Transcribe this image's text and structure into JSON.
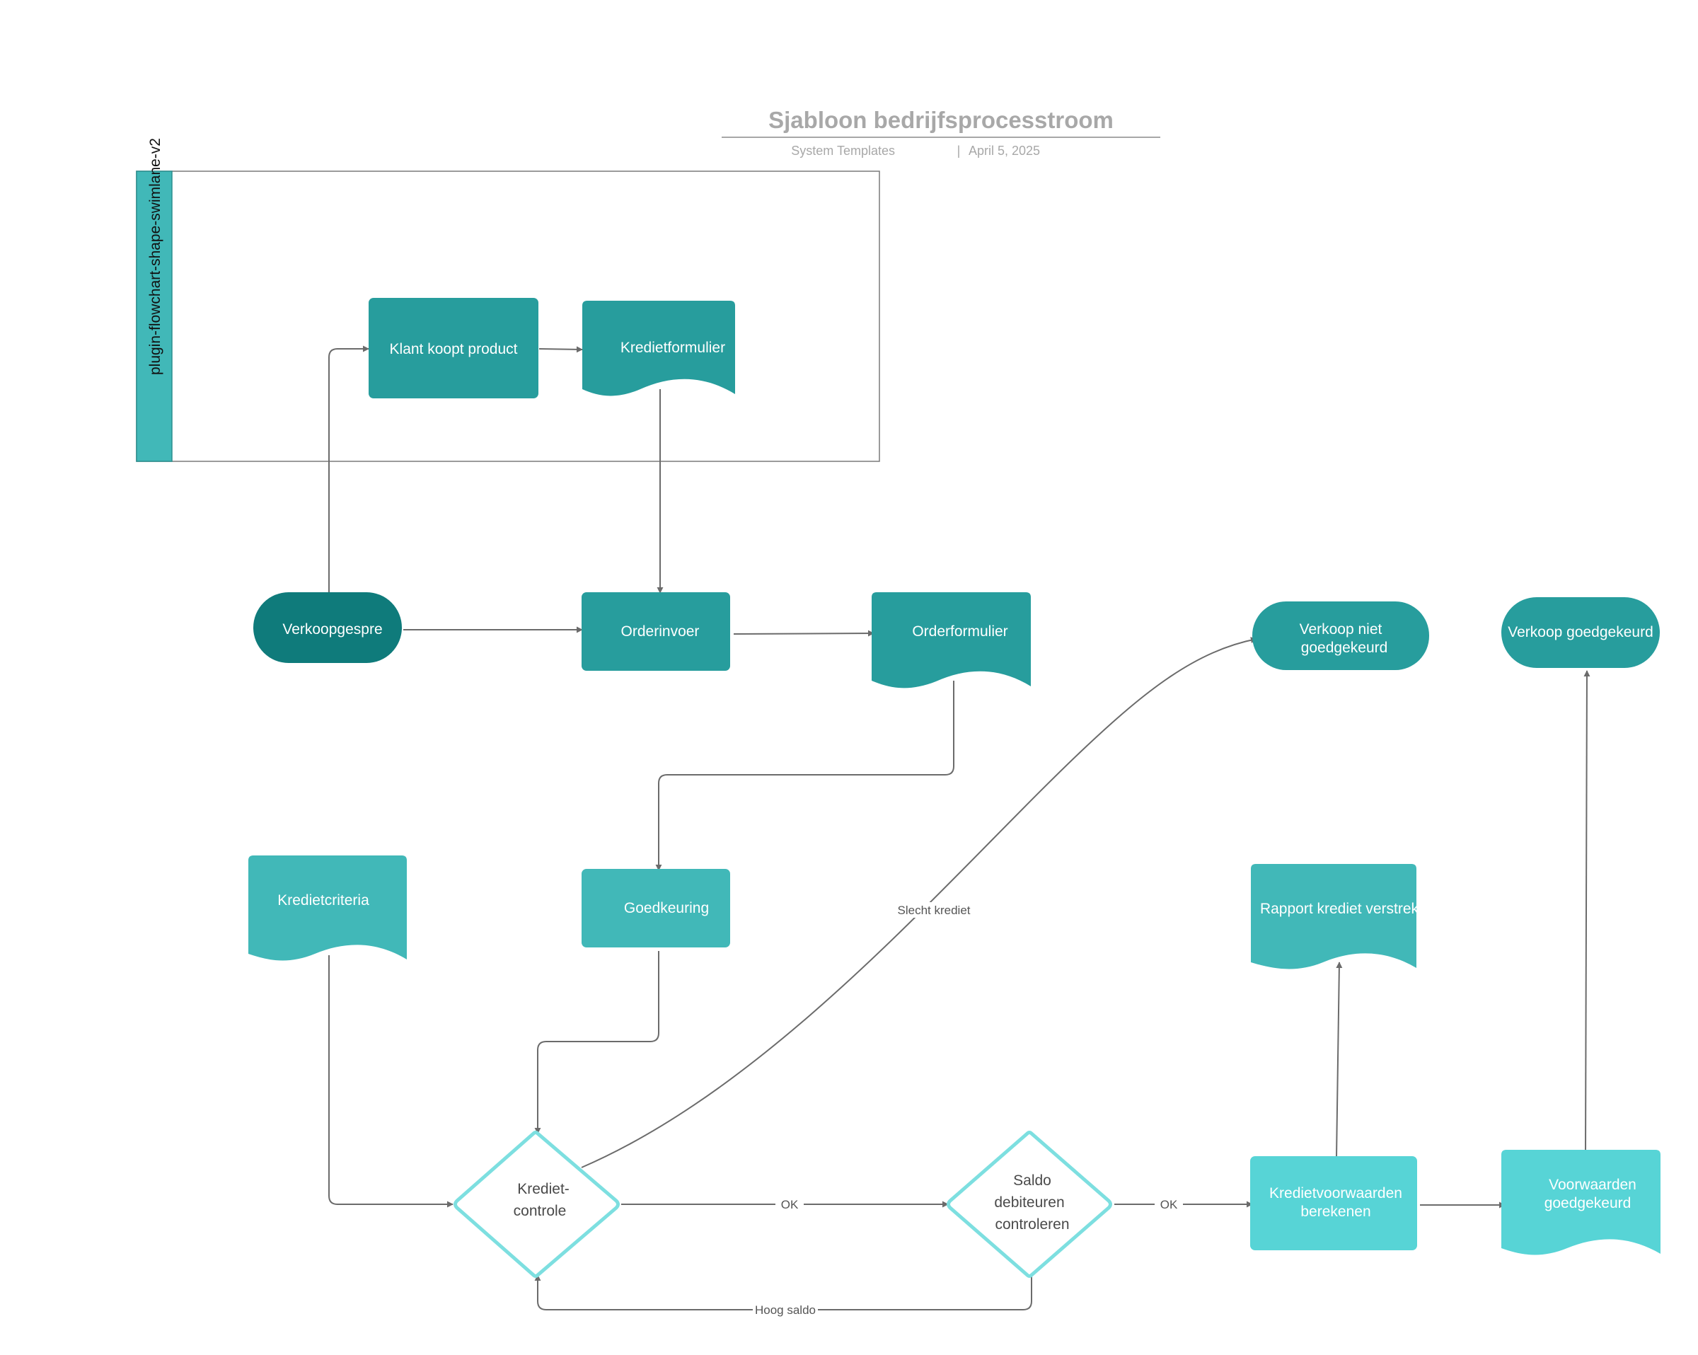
{
  "header": {
    "title": "Sjabloon bedrijfsprocesstroom",
    "source": "System Templates",
    "separator": "|",
    "date": "April 5, 2025"
  },
  "swimlane": {
    "label": "plugin-flowchart-shape-swimlane-v2"
  },
  "nodes": {
    "klant_koopt": "Klant koopt product",
    "kredietformulier": "Kredietformulier",
    "verkoopgesprek": "Verkoopgespre",
    "orderinvoer": "Orderinvoer",
    "orderformulier": "Orderformulier",
    "verkoop_niet_line1": "Verkoop niet",
    "verkoop_niet_line2": "goedgekeurd",
    "verkoop_goedgekeurd": "Verkoop goedgekeurd",
    "kredietcriteria": "Kredietcriteria",
    "goedkeuring": "Goedkeuring",
    "rapport": "Rapport krediet verstrek",
    "kredietcontrole_line1": "Krediet-",
    "kredietcontrole_line2": "controle",
    "saldo_line1": "Saldo",
    "saldo_line2": "debiteuren",
    "saldo_line3": "controleren",
    "kredietvoorwaarden_line1": "Kredietvoorwaarden",
    "kredietvoorwaarden_line2": "berekenen",
    "voorwaarden_line1": "Voorwaarden",
    "voorwaarden_line2": "goedgekeurd"
  },
  "edge_labels": {
    "slecht_krediet": "Slecht krediet",
    "ok_1": "OK",
    "ok_2": "OK",
    "hoog_saldo": "Hoog saldo"
  },
  "colors": {
    "teal_dark": "#0f7b7b",
    "teal": "#279d9d",
    "teal_medium": "#41b8b8",
    "teal_light": "#57d4d6",
    "diamond_stroke": "#7ddfe0",
    "lane_bar": "#41b8b8",
    "edge": "#6b6b6b"
  }
}
